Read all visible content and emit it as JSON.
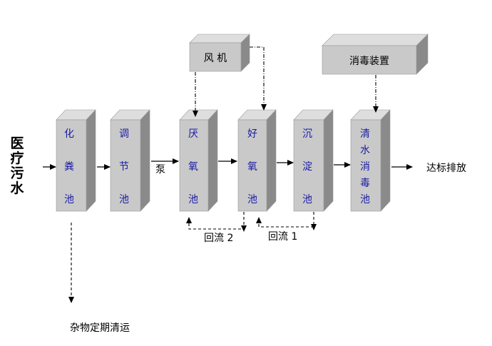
{
  "source_label": [
    "医",
    "疗",
    "污",
    "水"
  ],
  "pump_label": "泵",
  "outlet_label": "达标排放",
  "blower_label": "风 机",
  "disinfection_label": "消毒装置",
  "sludge_note": "杂物定期清运",
  "return_flow_1": "回流 1",
  "return_flow_2": "回流 2",
  "tanks": [
    {
      "chars": [
        "化",
        "粪",
        "池"
      ]
    },
    {
      "chars": [
        "调",
        "节",
        "池"
      ]
    },
    {
      "chars": [
        "厌",
        "氧",
        "池"
      ]
    },
    {
      "chars": [
        "好",
        "氧",
        "池"
      ]
    },
    {
      "chars": [
        "沉",
        "淀",
        "池"
      ]
    },
    {
      "chars": [
        "清",
        "水",
        "消",
        "毒",
        "池"
      ]
    }
  ],
  "colors": {
    "front": "#c9c9c9",
    "side": "#8a8a8a",
    "top": "#dedede",
    "tank_text": "#1a1aa6"
  }
}
